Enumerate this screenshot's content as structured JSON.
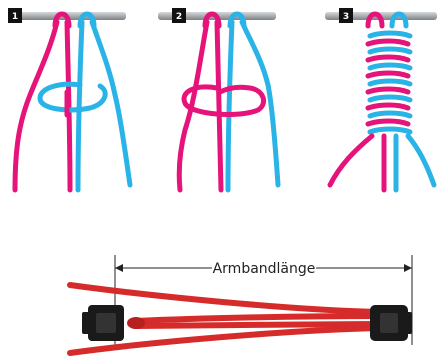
{
  "steps": [
    {
      "number": "1"
    },
    {
      "number": "2"
    },
    {
      "number": "3"
    }
  ],
  "measurement": {
    "label": "Armbandlänge"
  },
  "colors": {
    "cord_pink": "#e6137a",
    "cord_blue": "#2ab3e6",
    "bracelet_red": "#d62b2b",
    "buckle_black": "#1a1a1a",
    "bar_gray": "#a9adb0",
    "badge_black": "#111111"
  }
}
